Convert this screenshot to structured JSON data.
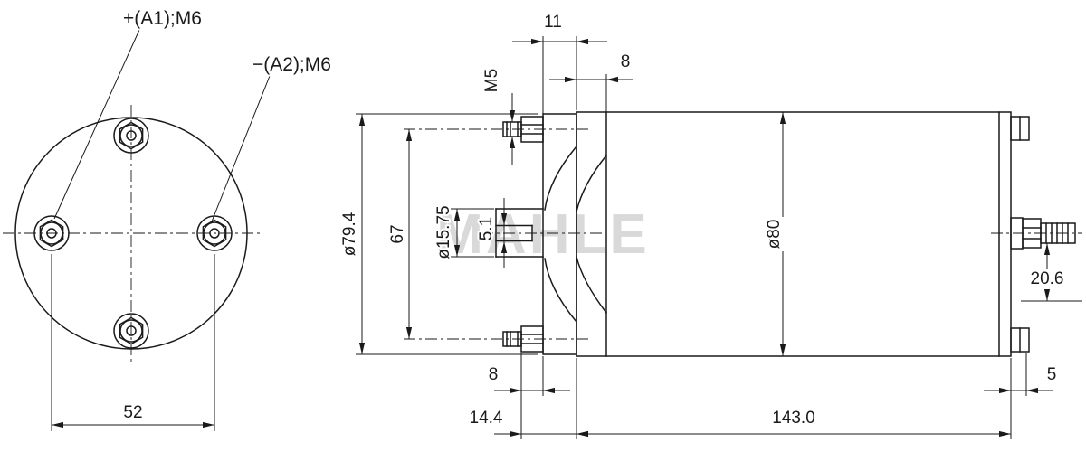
{
  "watermark": {
    "text": "MAHLE"
  },
  "front_view": {
    "terminal_positive_label": "+(A1);M6",
    "terminal_negative_label": "−(A2);M6",
    "dim_terminal_spacing": "52"
  },
  "side_view": {
    "dim_flange_thickness": "11",
    "dim_head_inset": "8",
    "stud_thread_callout": "M5",
    "dim_flange_diameter": "ø79.4",
    "dim_stud_spacing": "67",
    "dim_shaft_diameter": "ø15.75",
    "dim_slot_width": "5.1",
    "dim_body_diameter": "ø80",
    "dim_terminal_drop": "20.6",
    "dim_stud_nut_height": "8",
    "dim_shaft_protrusion": "14.4",
    "dim_body_length": "143.0",
    "dim_end_tab_width": "5"
  },
  "colors": {
    "line": "#1a1a1a",
    "watermark": "#d9d9d9",
    "background": "#ffffff"
  }
}
